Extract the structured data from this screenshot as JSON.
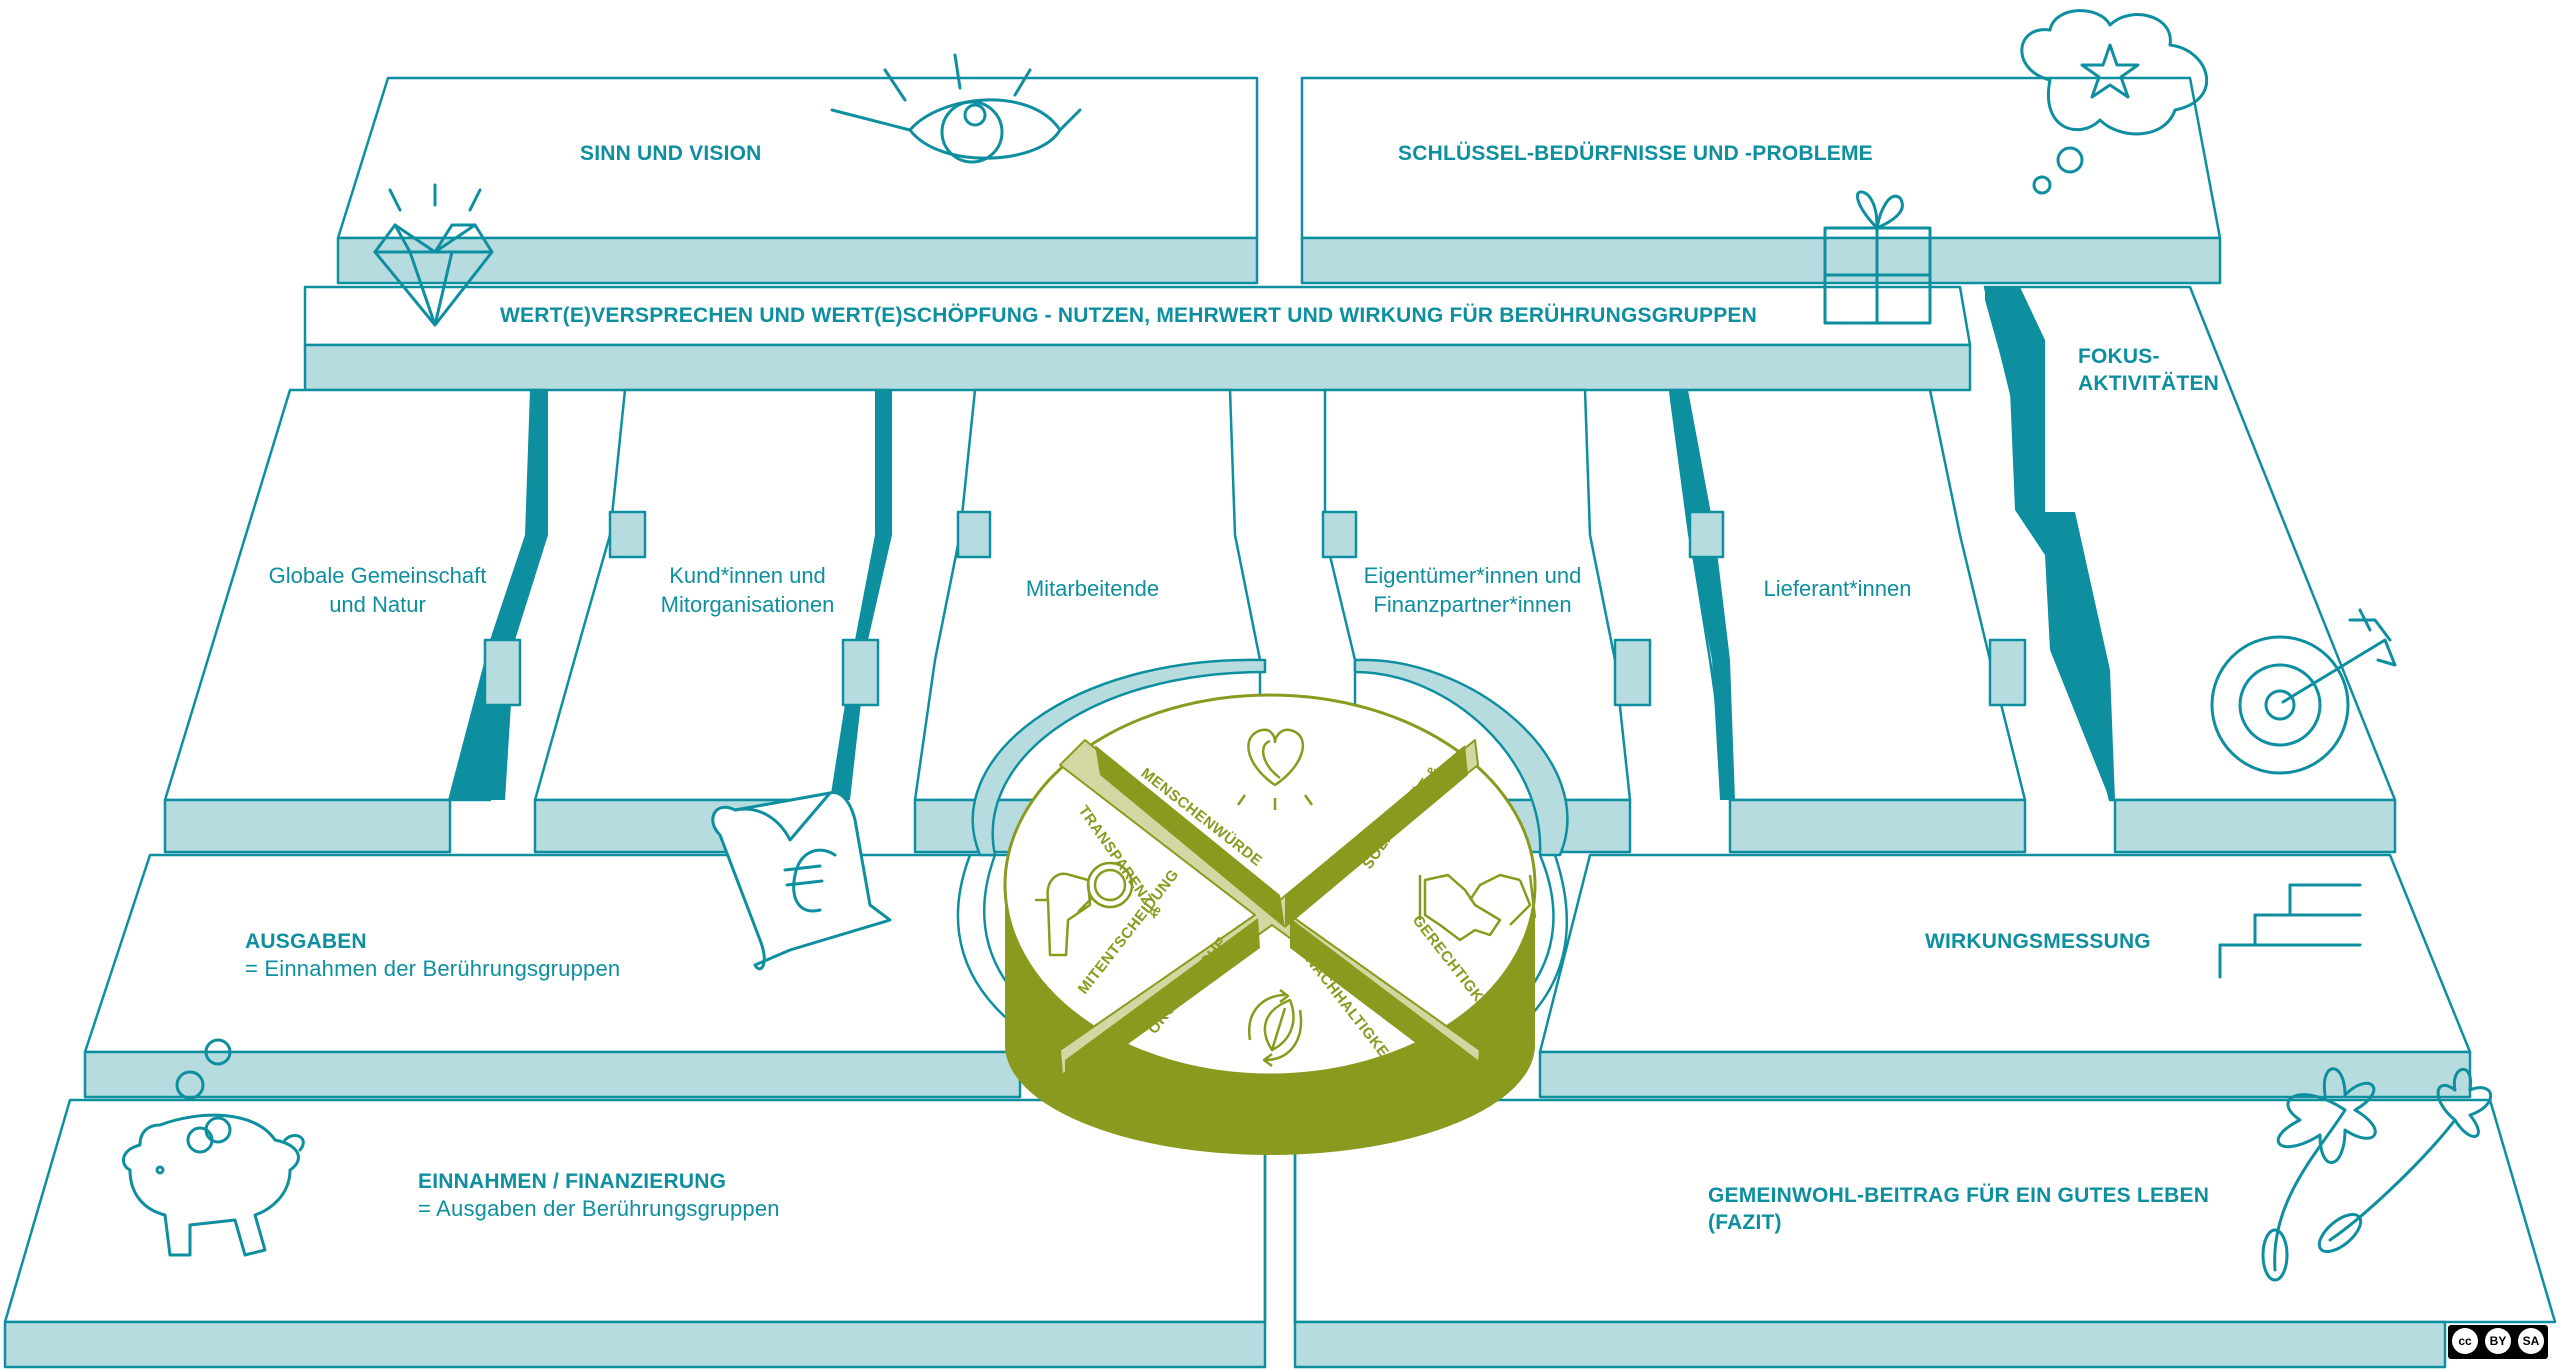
{
  "colors": {
    "teal": "#0e8fa0",
    "light_teal": "#b7dce0",
    "olive": "#8a9a1e",
    "light_olive": "#d3d8a3"
  },
  "top": {
    "sinn": "SINN UND VISION",
    "schluessel": "SCHLÜSSEL-BEDÜRFNISSE UND -PROBLEME"
  },
  "wert": "WERT(E)VERSPRECHEN UND WERT(E)SCHÖPFUNG - NUTZEN, MEHRWERT UND WIRKUNG FÜR BERÜHRUNGSGRUPPEN",
  "fokus": {
    "line1": "FOKUS-",
    "line2": "AKTIVITÄTEN"
  },
  "groups": [
    {
      "line1": "Globale Gemeinschaft",
      "line2": "und Natur"
    },
    {
      "line1": "Kund*innen und",
      "line2": "Mitorganisationen"
    },
    {
      "line1": "Mitarbeitende",
      "line2": ""
    },
    {
      "line1": "Eigentümer*innen und",
      "line2": "Finanzpartner*innen"
    },
    {
      "line1": "Lieferant*innen",
      "line2": ""
    }
  ],
  "ausgaben": {
    "title": "AUSGABEN",
    "sub": "= Einnahmen der Berührungsgruppen"
  },
  "wirkung": "WIRKUNGSMESSUNG",
  "einnahmen": {
    "title": "EINNAHMEN / FINANZIERUNG",
    "sub": "= Ausgaben der Berührungsgruppen"
  },
  "gemeinwohl": {
    "line1": "GEMEINWOHL-BEITRAG FÜR EIN GUTES LEBEN",
    "line2": "(FAZIT)"
  },
  "values": {
    "menschenwuerde": "MENSCHENWÜRDE",
    "solidaritaet": "SOLIDARITÄT &",
    "gerechtigkeit": "GERECHTIGKEIT",
    "oekologische": "ÖKOLOGISCHE",
    "nachhaltigkeit": "NACHHALTIGKEIT",
    "transparenz": "TRANSPARENZ &",
    "mitentscheidung": "MITENTSCHEIDUNG"
  },
  "icons": [
    "eye-icon",
    "thought-bubble-star-icon",
    "diamond-icon",
    "gift-icon",
    "euro-receipt-icon",
    "target-arrow-icon",
    "stairs-icon",
    "piggy-bank-icon",
    "flowers-icon",
    "heart-icon",
    "handshake-icon",
    "leaf-recycle-icon",
    "magnifier-hand-icon"
  ],
  "license": {
    "cc": "cc",
    "by": "BY",
    "sa": "SA"
  }
}
